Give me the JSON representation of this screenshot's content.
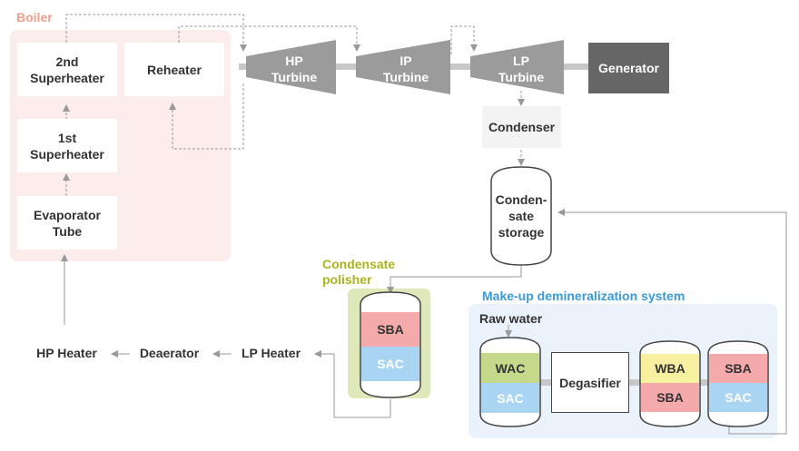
{
  "boiler": {
    "label": "Boiler",
    "second_superheater": "2nd\nSuperheater",
    "reheater": "Reheater",
    "first_superheater": "1st\nSuperheater",
    "evaporator": "Evaporator\nTube"
  },
  "turbines": {
    "hp": "HP\nTurbine",
    "ip": "IP\nTurbine",
    "lp": "LP\nTurbine",
    "generator": "Generator"
  },
  "condenser": "Condenser",
  "condensate_storage": "Conden-\nsate\nstorage",
  "polisher": {
    "label": "Condensate\npolisher",
    "top": "SBA",
    "bottom": "SAC"
  },
  "makeup": {
    "label": "Make-up demineralization system",
    "raw_water": "Raw water",
    "v1_top": "WAC",
    "v1_bottom": "SAC",
    "degasifier": "Degasifier",
    "v2_top": "WBA",
    "v2_bottom": "SBA",
    "v3_top": "SBA",
    "v3_bottom": "SAC"
  },
  "feed": {
    "hp_heater": "HP Heater",
    "deaerator": "Deaerator",
    "lp_heater": "LP Heater"
  },
  "colors": {
    "boiler_label": "#f0a08a",
    "polisher_label": "#a8b41e",
    "makeup_label": "#3a9ad9",
    "sba_pink": "#f4a9ab",
    "sac_blue": "#a9d4f2",
    "wac_green": "#c5d98a",
    "wba_yellow": "#f7f0a0"
  }
}
